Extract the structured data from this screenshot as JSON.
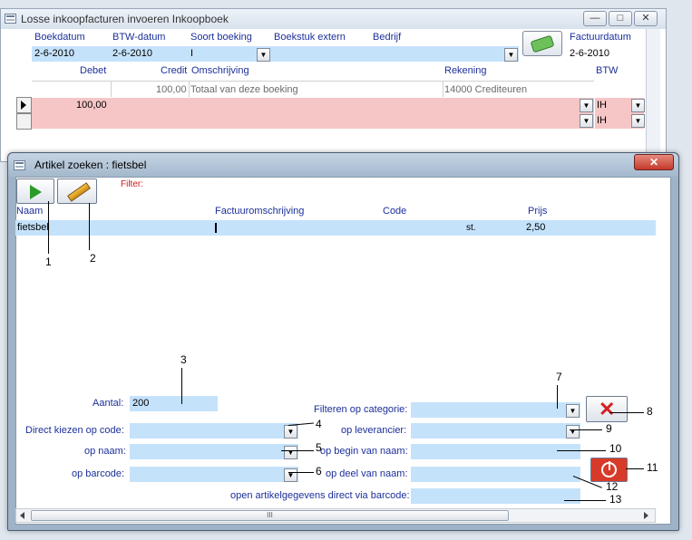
{
  "back_window": {
    "title": "Losse inkoopfacturen invoeren Inkoopboek",
    "headers": {
      "boekdatum": "Boekdatum",
      "btw_datum": "BTW-datum",
      "soort_boeking": "Soort boeking",
      "boekstuk_extern": "Boekstuk extern",
      "bedrijf": "Bedrijf",
      "factuurdatum": "Factuurdatum"
    },
    "values": {
      "boekdatum": "2-6-2010",
      "btw_datum": "2-6-2010",
      "soort_boeking": "I",
      "factuurdatum": "2-6-2010"
    },
    "grid_headers": {
      "debet": "Debet",
      "credit": "Credit",
      "omschrijving": "Omschrijving",
      "rekening": "Rekening",
      "btw": "BTW"
    },
    "total_row": {
      "credit": "100,00",
      "omschrijving": "Totaal van deze boeking",
      "rekening": "14000  Crediteuren"
    },
    "rows": [
      {
        "debet": "100,00",
        "btw": "IH"
      },
      {
        "debet": "",
        "btw": "IH"
      }
    ]
  },
  "dialog": {
    "title": "Artikel zoeken : fietsbel",
    "filter_label": "Filter:",
    "columns": {
      "naam": "Naam",
      "factuuromschrijving": "Factuuromschrijving",
      "code": "Code",
      "prijs": "Prijs"
    },
    "result": {
      "naam": "fietsbel",
      "unit": "st.",
      "prijs": "2,50"
    },
    "form": {
      "aantal_label": "Aantal:",
      "aantal_value": "200",
      "direct_code_label": "Direct kiezen op code:",
      "op_naam_label": "op naam:",
      "op_barcode_label": "op barcode:",
      "filter_categorie_label": "Filteren op categorie:",
      "op_leverancier_label": "op leverancier:",
      "op_begin_label": "op begin van naam:",
      "op_deel_label": "op deel van naam:",
      "open_barcode_label": "open artikelgegevens direct via barcode:"
    },
    "scroll_grip": "III",
    "callouts": [
      "1",
      "2",
      "3",
      "4",
      "5",
      "6",
      "7",
      "8",
      "9",
      "10",
      "11",
      "12",
      "13"
    ]
  },
  "icons": {
    "play": "play-icon",
    "edit": "pencil-icon",
    "close": "close-x-icon",
    "cancel": "red-x-icon",
    "power": "power-icon",
    "money": "money-icon"
  }
}
